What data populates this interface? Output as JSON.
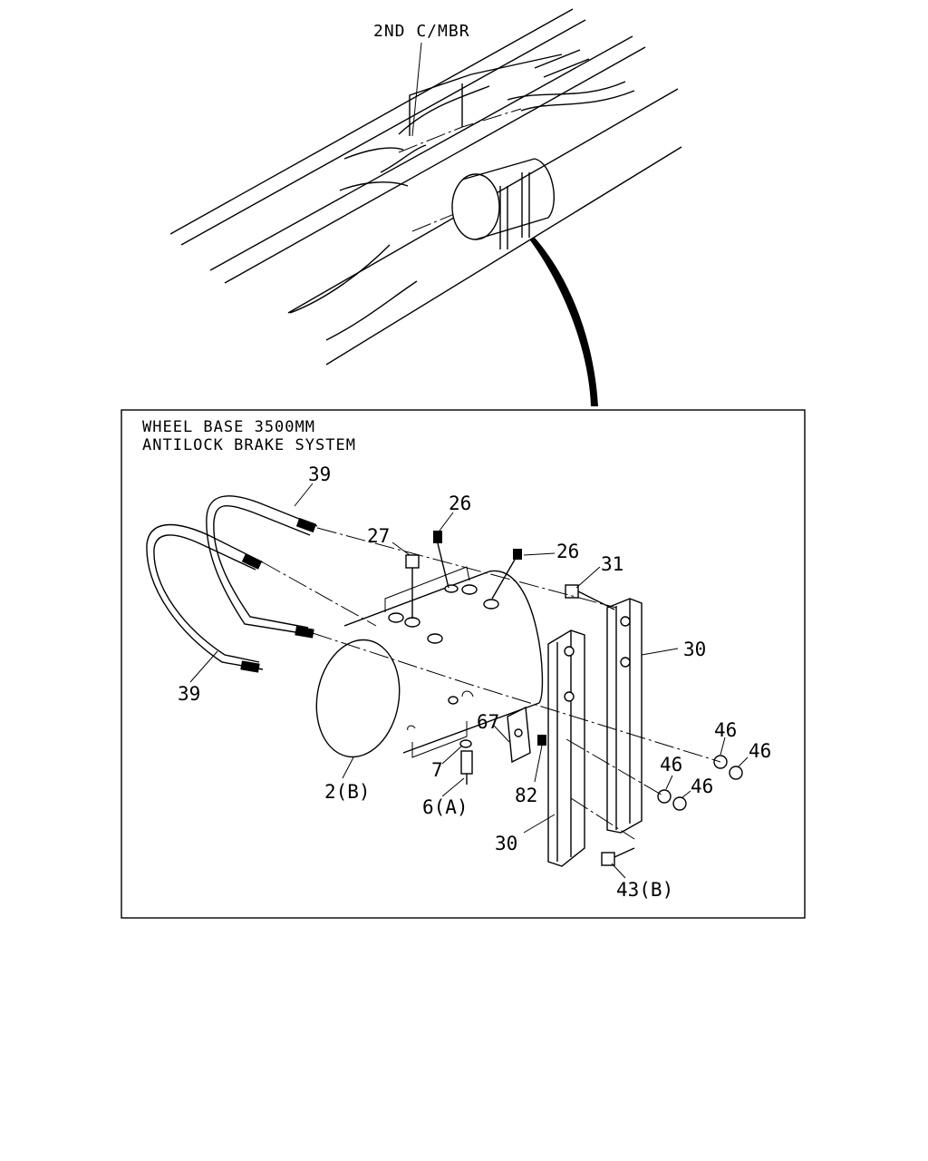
{
  "top_view": {
    "label": "2ND C/MBR"
  },
  "detail_box": {
    "title_line1": "WHEEL BASE 3500MM",
    "title_line2": "ANTILOCK BRAKE SYSTEM"
  },
  "callouts": {
    "c39_top": "39",
    "c39_bottom": "39",
    "c26_left": "26",
    "c26_right": "26",
    "c27": "27",
    "c31": "31",
    "c30_right": "30",
    "c30_left": "30",
    "c46_a": "46",
    "c46_b": "46",
    "c46_c": "46",
    "c46_d": "46",
    "c67": "67",
    "c7": "7",
    "c82": "82",
    "c2b": "2(B)",
    "c6a": "6(A)",
    "c43b": "43(B)"
  }
}
